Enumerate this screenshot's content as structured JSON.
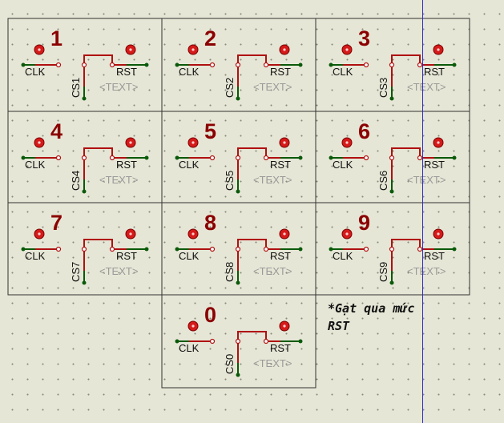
{
  "keys": [
    {
      "number": "1",
      "cs_label": "CS1",
      "clk_label": "CLK",
      "rst_label": "RST",
      "text_placeholder": "<TEXT>"
    },
    {
      "number": "2",
      "cs_label": "CS2",
      "clk_label": "CLK",
      "rst_label": "RST",
      "text_placeholder": "<TEXT>"
    },
    {
      "number": "3",
      "cs_label": "CS3",
      "clk_label": "CLK",
      "rst_label": "RST",
      "text_placeholder": "<TEXT>"
    },
    {
      "number": "4",
      "cs_label": "CS4",
      "clk_label": "CLK",
      "rst_label": "RST",
      "text_placeholder": "<TEXT>"
    },
    {
      "number": "5",
      "cs_label": "CS5",
      "clk_label": "CLK",
      "rst_label": "RST",
      "text_placeholder": "<TEXT>"
    },
    {
      "number": "6",
      "cs_label": "CS6",
      "clk_label": "CLK",
      "rst_label": "RST",
      "text_placeholder": "<TEXT>"
    },
    {
      "number": "7",
      "cs_label": "CS7",
      "clk_label": "CLK",
      "rst_label": "RST",
      "text_placeholder": "<TEXT>"
    },
    {
      "number": "8",
      "cs_label": "CS8",
      "clk_label": "CLK",
      "rst_label": "RST",
      "text_placeholder": "<TEXT>"
    },
    {
      "number": "9",
      "cs_label": "CS9",
      "clk_label": "CLK",
      "rst_label": "RST",
      "text_placeholder": "<TEXT>"
    },
    {
      "number": "0",
      "cs_label": "CS0",
      "clk_label": "CLK",
      "rst_label": "RST",
      "text_placeholder": "<TEXT>"
    }
  ],
  "note": {
    "line1": "*Gạt qua mức",
    "line2": "RST"
  },
  "colors": {
    "background": "#e6e6d6",
    "border": "#333333",
    "wire": "#b01010",
    "pin_end": "#0a5a0a",
    "number": "#8b0000",
    "placeholder": "#9a9a9a",
    "guide": "#2a2ad0"
  }
}
